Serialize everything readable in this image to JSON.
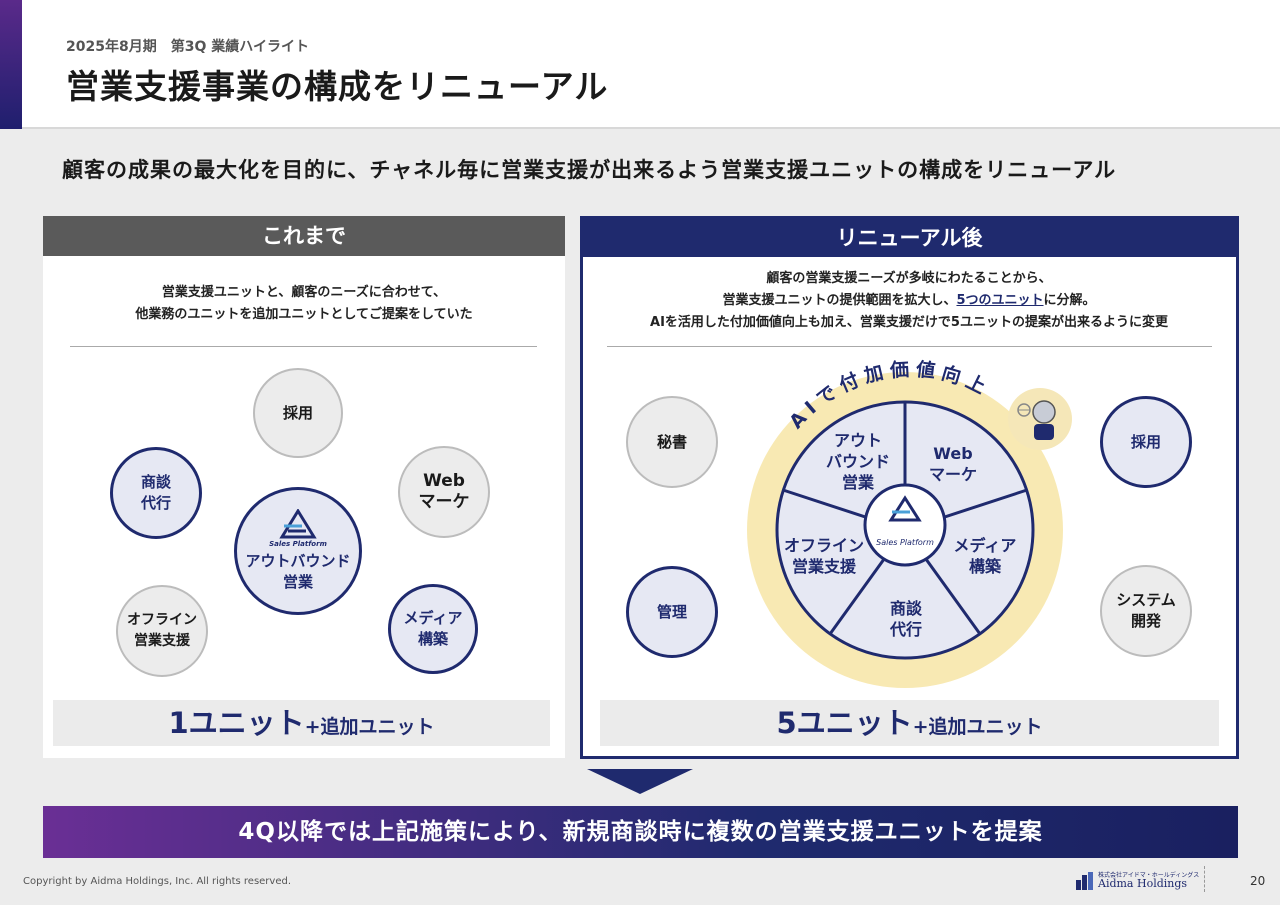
{
  "header": {
    "subtitle": "2025年8月期　第3Q 業績ハイライト",
    "title": "営業支援事業の構成をリニューアル"
  },
  "lead": "顧客の成果の最大化を目的に、チャネル毎に営業支援が出来るよう営業支援ユニットの構成をリニューアル",
  "before": {
    "heading": "これまで",
    "desc_line1": "営業支援ユニットと、顧客のニーズに合わせて、",
    "desc_line2": "他業務のユニットを追加ユニットとしてご提案をしていた",
    "center_logo_text": "Sales Platform",
    "center_line1": "アウトバウンド",
    "center_line2": "営業",
    "saiyo": "採用",
    "web_line1": "Web",
    "web_line2": "マーケ",
    "shodan_line1": "商談",
    "shodan_line2": "代行",
    "offline_line1": "オフライン",
    "offline_line2": "営業支援",
    "media_line1": "メディア",
    "media_line2": "構築",
    "unit_big": "1ユニット",
    "unit_small": "+追加ユニット"
  },
  "after": {
    "heading": "リニューアル後",
    "desc_line1": "顧客の営業支援ニーズが多岐にわたることから、",
    "desc_line2_a": "営業支援ユニットの提供範囲を拡大し、",
    "desc_line2_link": "5つのユニット",
    "desc_line2_b": "に分解。",
    "desc_line3": "AIを活用した付加価値向上も加え、営業支援だけで5ユニットの提案が出来るように変更",
    "ai_arc": "AIで付加価値向上",
    "center_logo_text": "Sales Platform",
    "pie_outbound_1": "アウト",
    "pie_outbound_2": "バウンド",
    "pie_outbound_3": "営業",
    "pie_web_1": "Web",
    "pie_web_2": "マーケ",
    "pie_offline_1": "オフライン",
    "pie_offline_2": "営業支援",
    "pie_media_1": "メディア",
    "pie_media_2": "構築",
    "pie_shodan_1": "商談",
    "pie_shodan_2": "代行",
    "hisho": "秘書",
    "kanri": "管理",
    "saiyo": "採用",
    "system_line1": "システム",
    "system_line2": "開発",
    "unit_big": "5ユニット",
    "unit_small": "+追加ユニット"
  },
  "banner": "4Q以降では上記施策により、新規商談時に複数の営業支援ユニットを提案",
  "footer": {
    "copyright": "Copyright by Aidma Holdings, Inc. All rights reserved.",
    "brand_small": "株式会社アイドマ・ホールディングス",
    "brand_name": "Aidma Holdings",
    "page": "20"
  },
  "colors": {
    "navy": "#1f2a6e",
    "purple": "#6a2f95",
    "gold": "#f8e9b3",
    "gray_header": "#5a5a5a"
  }
}
